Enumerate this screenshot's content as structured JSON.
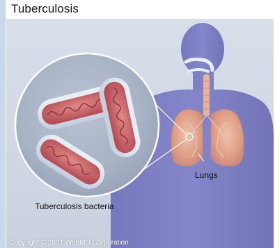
{
  "title": "Tuberculosis",
  "labels": {
    "lungs": "Lungs",
    "bacteria": "Tuberculosis bacteria"
  },
  "copyright": "Copyright © 2001 WebMD Corporation",
  "colors": {
    "body": "#7f80c4",
    "panel_background": "#d4dae6",
    "lung": "#e3a48a",
    "bacteria": "#c5575e",
    "bacteria_capsule": "#d9e3ef"
  }
}
